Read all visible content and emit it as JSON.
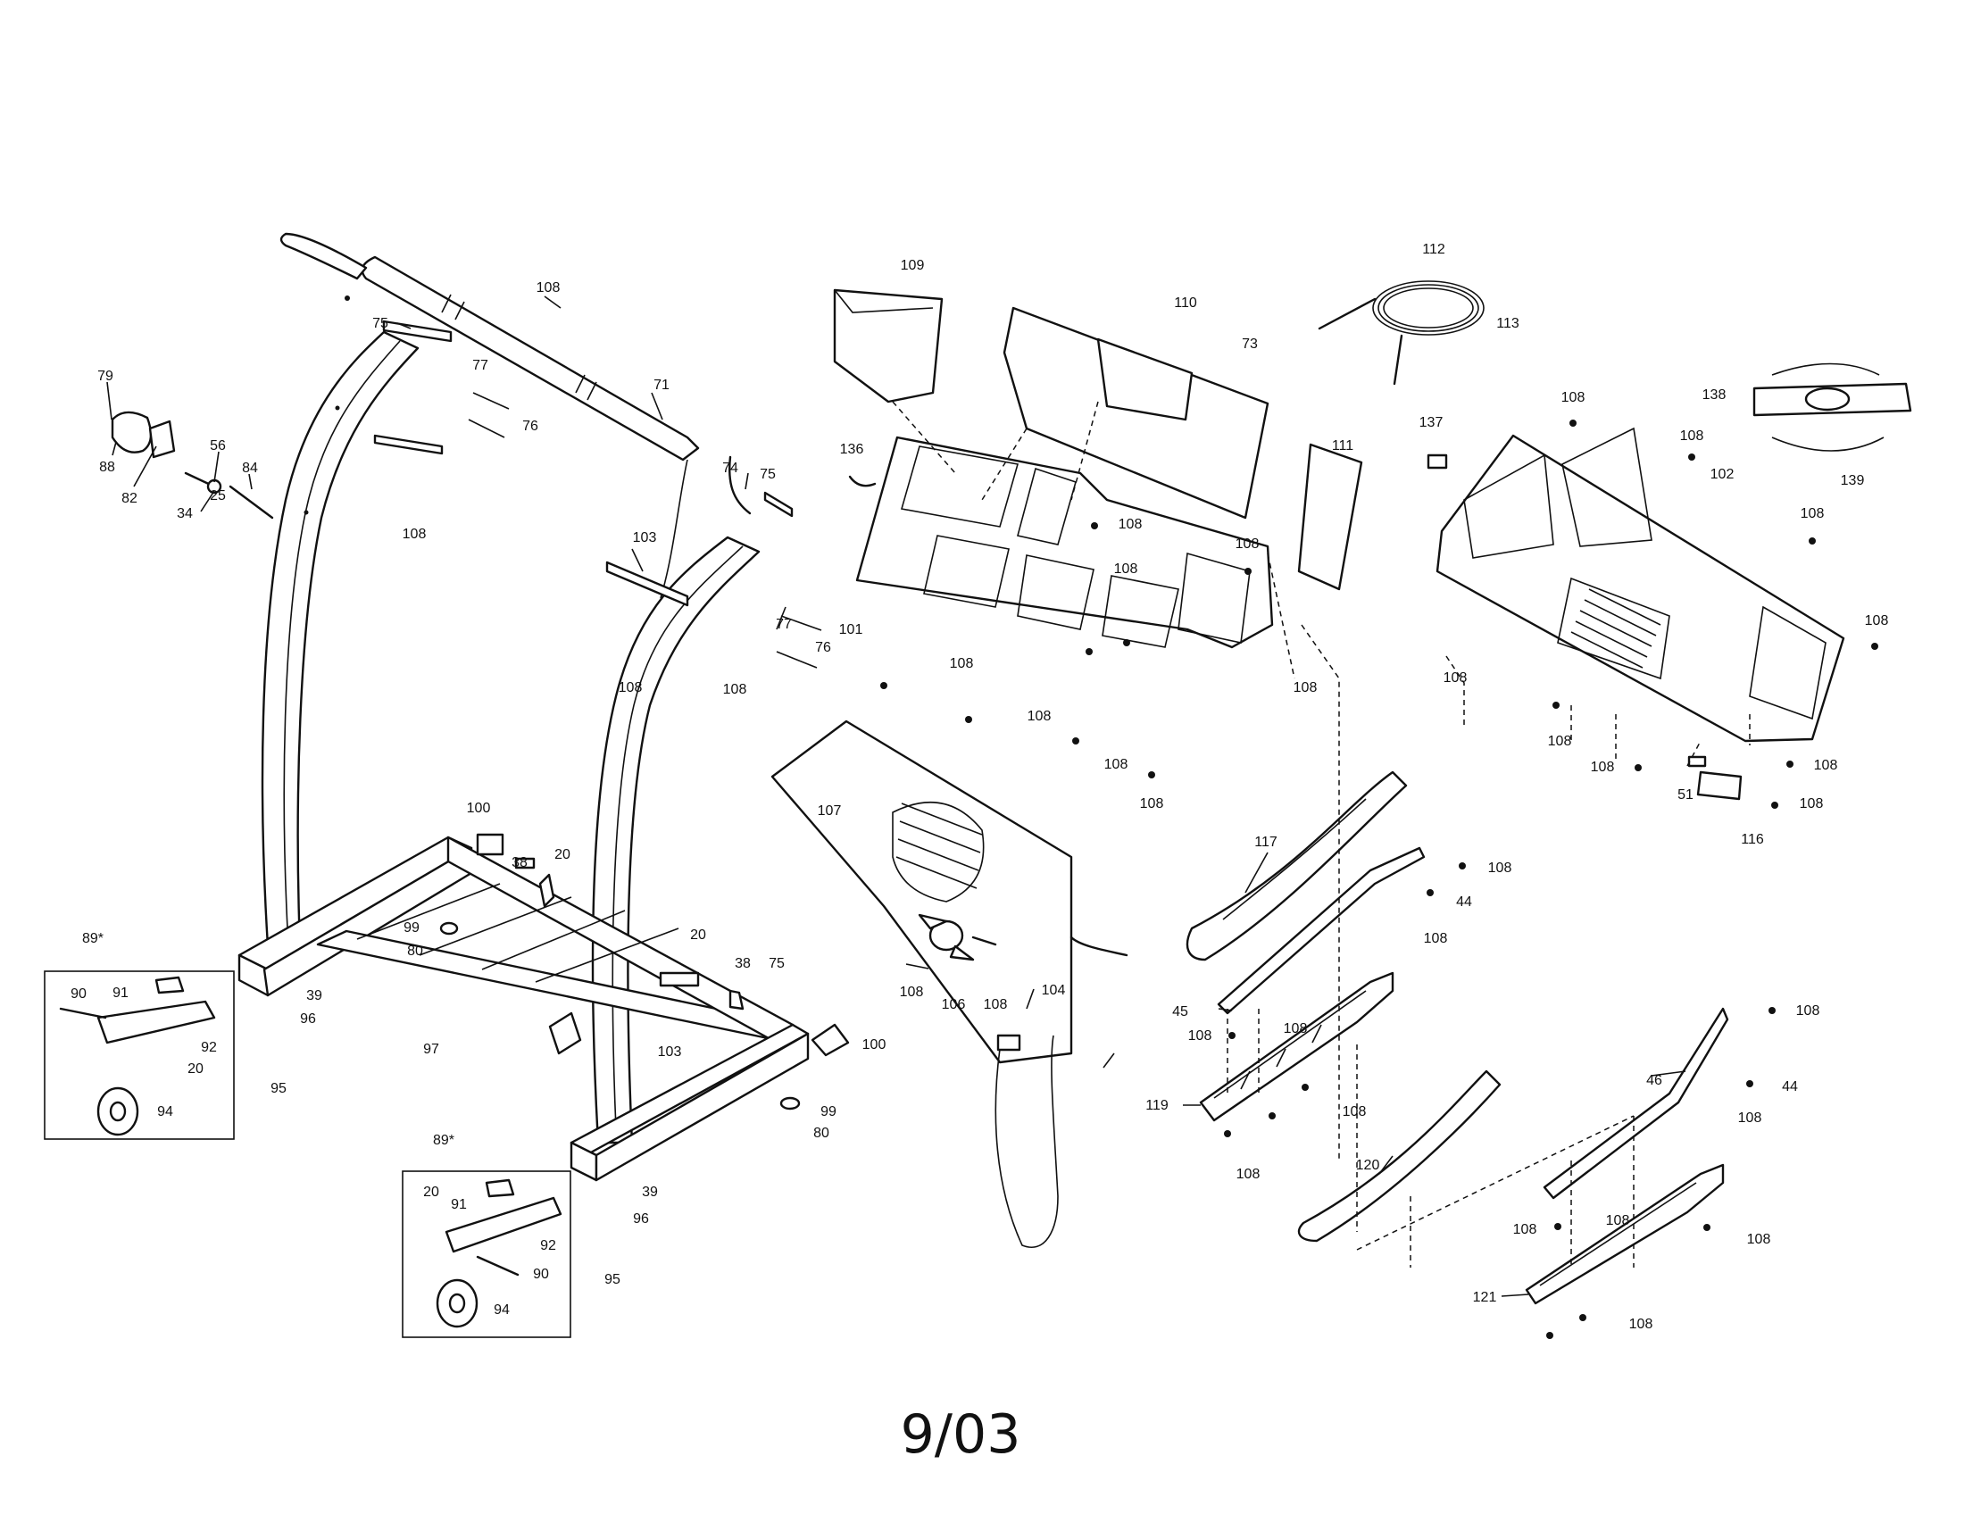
{
  "date_code": "9/03",
  "callouts": {
    "c79": "79",
    "c88": "88",
    "c82": "82",
    "c56": "56",
    "c34": "34",
    "c25": "25",
    "c84": "84",
    "c75a": "75",
    "c108a": "108",
    "c77a": "77",
    "c76a": "76",
    "c71": "71",
    "c108b": "108",
    "c74": "74",
    "c75b": "75",
    "c103a": "103",
    "c77b": "77",
    "c76b": "76",
    "c108c": "108",
    "c108d": "108",
    "c100a": "100",
    "c38a": "38",
    "c20a": "20",
    "c99a": "99",
    "c80a": "80",
    "c89a": "89*",
    "c90a": "90",
    "c91a": "91",
    "c39a": "39",
    "c96a": "96",
    "c92a": "92",
    "c20b": "20",
    "c94a": "94",
    "c95a": "95",
    "c97": "97",
    "c20c": "20",
    "c38b": "38",
    "c75c": "75",
    "c103b": "103",
    "c100b": "100",
    "c99b": "99",
    "c80b": "80",
    "c89b": "89*",
    "c20d": "20",
    "c91b": "91",
    "c92b": "92",
    "c90b": "90",
    "c94b": "94",
    "c39b": "39",
    "c96b": "96",
    "c95b": "95",
    "c109": "109",
    "c136": "136",
    "c110": "110",
    "c73": "73",
    "c108e": "108",
    "c108f": "108",
    "c101": "101",
    "c108g": "108",
    "c108h": "108",
    "c108i": "108",
    "c108j": "108",
    "c108k": "108",
    "c108l": "108",
    "c107": "107",
    "c111": "111",
    "c112": "112",
    "c113": "113",
    "c137": "137",
    "c138": "138",
    "c139": "139",
    "c108m": "108",
    "c108n": "108",
    "c102": "102",
    "c108o": "108",
    "c108p": "108",
    "c108q": "108",
    "c108r": "108",
    "c108s": "108",
    "c108t": "108",
    "c51": "51",
    "c108u": "108",
    "c116": "116",
    "c108v": "108",
    "c117": "117",
    "c108w": "108",
    "c44a": "44",
    "c108x": "108",
    "c45": "45",
    "c108y": "108",
    "c108z": "108",
    "c119": "119",
    "c108aa": "108",
    "c108ab": "108",
    "c104": "104",
    "c108ac": "108",
    "c106": "106",
    "c108ad": "108",
    "c120": "120",
    "c108ae": "108",
    "c46": "46",
    "c44b": "44",
    "c108af": "108",
    "c108ag": "108",
    "c108ah": "108",
    "c108ai": "108",
    "c121": "121",
    "c108aj": "108"
  }
}
